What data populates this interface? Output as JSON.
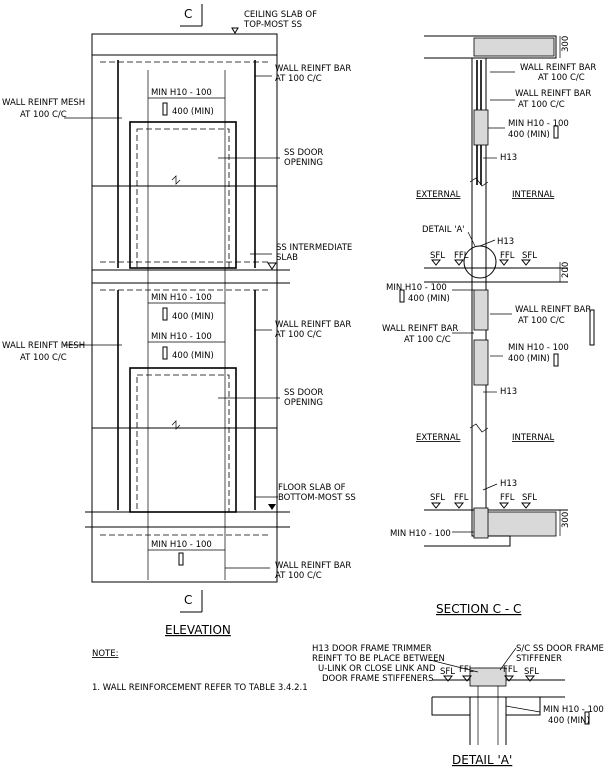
{
  "section_mark": "C",
  "elevation": {
    "title": "ELEVATION",
    "ceiling_slab": [
      "CEILING SLAB OF",
      "TOP-MOST SS"
    ],
    "wall_bar_top": [
      "WALL REINFT BAR",
      "AT 100 C/C"
    ],
    "wall_mesh_top": [
      "WALL REINFT MESH",
      "AT 100 C/C"
    ],
    "min_h10_1": "MIN H10 - 100",
    "min_400_1": "400 (MIN)",
    "door_opening_1": [
      "SS DOOR",
      "OPENING"
    ],
    "intermediate_slab": [
      "SS INTERMEDIATE",
      "SLAB"
    ],
    "min_h10_2": "MIN H10 - 100",
    "min_400_2": "400 (MIN)",
    "min_h10_3": "MIN H10 - 100",
    "min_400_3": "400 (MIN)",
    "wall_mesh_bot": [
      "WALL REINFT MESH",
      "AT 100 C/C"
    ],
    "wall_bar_mid": [
      "WALL REINFT BAR",
      "AT 100 C/C"
    ],
    "door_opening_2": [
      "SS DOOR",
      "OPENING"
    ],
    "floor_slab": [
      "FLOOR SLAB OF",
      "BOTTOM-MOST SS"
    ],
    "min_h10_4": "MIN H10 - 100",
    "wall_bar_bot": [
      "WALL REINFT BAR",
      "AT 100 C/C"
    ]
  },
  "section": {
    "title": "SECTION C - C",
    "dim_top": "300",
    "wall_bar_a": [
      "WALL REINFT BAR",
      "AT 100 C/C"
    ],
    "wall_bar_b": [
      "WALL REINFT BAR",
      "AT 100 C/C"
    ],
    "min_h10_a": "MIN H10 - 100",
    "min_400_a": "400 (MIN)",
    "h13_a": "H13",
    "external_1": "EXTERNAL",
    "internal_1": "INTERNAL",
    "detail_a": "DETAIL 'A'",
    "h13_b": "H13",
    "sfl_1": "SFL",
    "ffl_1": "FFL",
    "ffl_2": "FFL",
    "sfl_2": "SFL",
    "dim_200": "200",
    "min_h10_b": "MIN H10 - 100",
    "min_400_b": "400 (MIN)",
    "wall_bar_c": [
      "WALL REINFT BAR",
      "AT 100 C/C"
    ],
    "wall_bar_d": [
      "WALL REINFT BAR",
      "AT 100 C/C"
    ],
    "min_h10_c": "MIN H10 - 100",
    "min_400_c": "400 (MIN)",
    "h13_c": "H13",
    "external_2": "EXTERNAL",
    "internal_2": "INTERNAL",
    "h13_d": "H13",
    "sfl_3": "SFL",
    "ffl_3": "FFL",
    "ffl_4": "FFL",
    "sfl_4": "SFL",
    "min_h10_d": "MIN H10 - 100",
    "dim_bot": "300"
  },
  "note": {
    "heading": "NOTE:",
    "item": "1. WALL REINFORCEMENT REFER TO TABLE 3.4.2.1"
  },
  "detail": {
    "title": "DETAIL 'A'",
    "trimmer": [
      "H13 DOOR FRAME TRIMMER",
      "REINFT TO BE PLACE BETWEEN",
      "U-LINK OR CLOSE LINK AND",
      "DOOR FRAME STIFFENERS"
    ],
    "stiffener": [
      "S/C SS DOOR FRAME",
      "STIFFENER"
    ],
    "sfl_1": "SFL",
    "ffl_1": "FFL",
    "ffl_2": "FFL",
    "sfl_2": "SFL",
    "min_h10": "MIN H10 - 100",
    "min_400": "400 (MIN)"
  }
}
